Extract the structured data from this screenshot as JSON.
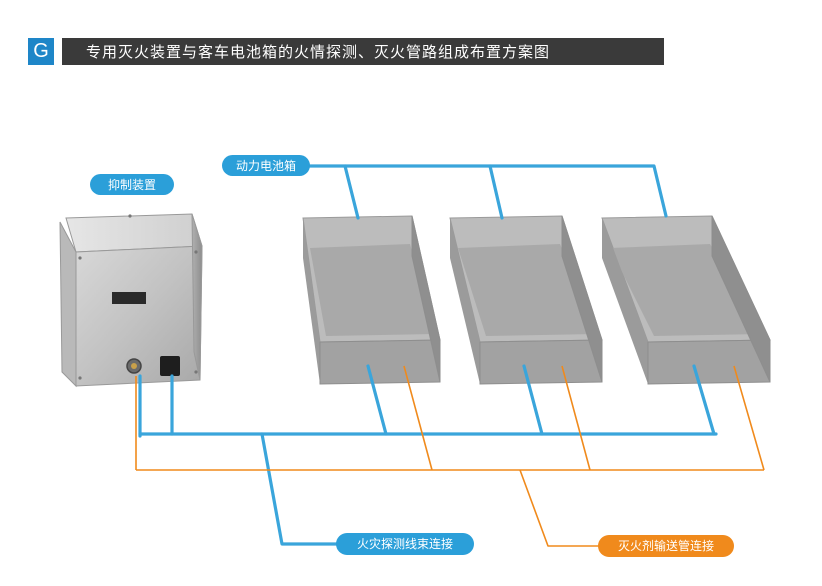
{
  "header": {
    "letter": "G",
    "title": "专用灭火装置与客车电池箱的火情探测、灭火管路组成布置方案图"
  },
  "labels": {
    "suppression_device": "抑制装置",
    "battery_box": "动力电池箱",
    "detection_harness": "火灾探测线束连接",
    "agent_pipe": "灭火剂输送管连接"
  },
  "colors": {
    "detection_line": "#3aa5db",
    "pipe_line": "#f08a1c",
    "pill_blue": "#2b9fd9",
    "pill_orange": "#f08a1c",
    "header_bar": "#3a3a3a",
    "header_letter_bg": "#1e86c8"
  }
}
